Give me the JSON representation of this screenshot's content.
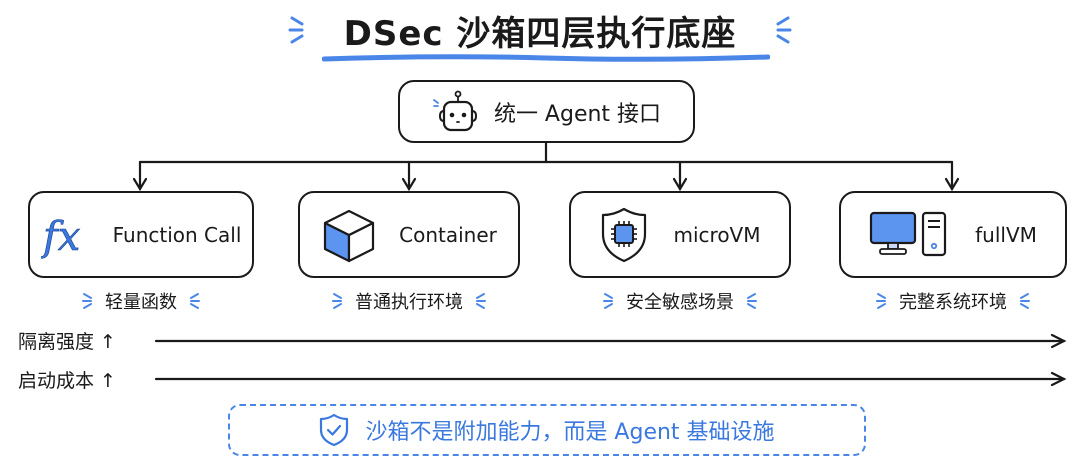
{
  "title": "DSec 沙箱四层执行底座",
  "top_node": {
    "label": "统一 Agent 接口",
    "icon": "robot-icon"
  },
  "layers": [
    {
      "label": "Function Call",
      "icon": "function-fx-icon",
      "caption": "轻量函数"
    },
    {
      "label": "Container",
      "icon": "cube-icon",
      "caption": "普通执行环境"
    },
    {
      "label": "microVM",
      "icon": "shield-chip-icon",
      "caption": "安全敏感场景"
    },
    {
      "label": "fullVM",
      "icon": "desktop-computer-icon",
      "caption": "完整系统环境"
    }
  ],
  "axes": [
    {
      "label": "隔离强度 ↑"
    },
    {
      "label": "启动成本 ↑"
    }
  ],
  "footer": {
    "text": "沙箱不是附加能力，而是 Agent 基础设施",
    "icon": "shield-check-icon"
  },
  "colors": {
    "accent": "#4a86e8",
    "ink": "#1a1a1a",
    "fill_blue": "#5b95f0"
  }
}
